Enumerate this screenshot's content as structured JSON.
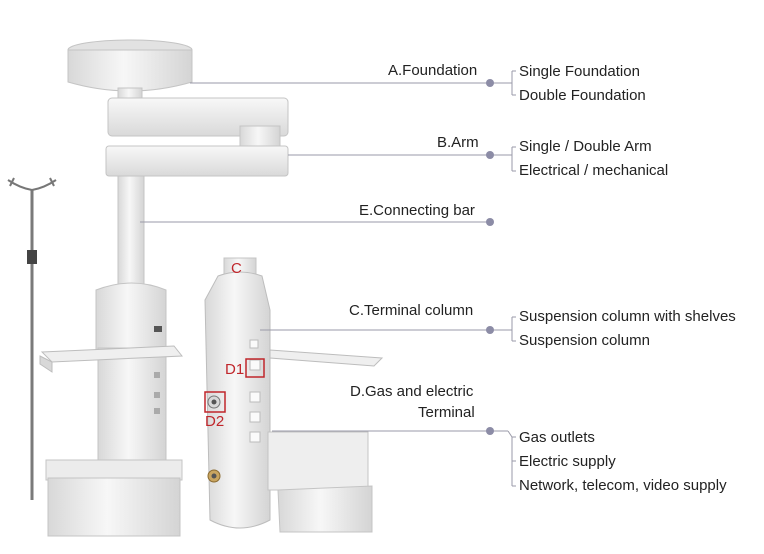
{
  "callouts": {
    "foundation": {
      "title": "A.Foundation",
      "options": [
        "Single Foundation",
        "Double Foundation"
      ]
    },
    "arm": {
      "title": "B.Arm",
      "options": [
        "Single / Double Arm",
        "Electrical / mechanical"
      ]
    },
    "connecting_bar": {
      "title": "E.Connecting bar"
    },
    "terminal_column": {
      "title": "C.Terminal column",
      "options": [
        "Suspension column with shelves",
        "Suspension column"
      ]
    },
    "gas_electric": {
      "title_line1": "D.Gas and electric",
      "title_line2": "Terminal",
      "options": [
        "Gas outlets",
        "Electric supply",
        "Network, telecom, video supply"
      ]
    }
  },
  "markers": {
    "c": "C",
    "d1": "D1",
    "d2": "D2"
  },
  "colors": {
    "leader_line": "#9a9aa8",
    "dot": "#8c8ca6",
    "marker_red": "#c0262b",
    "body_fill": "#eeeeee",
    "body_stroke": "#bdbdbd"
  }
}
